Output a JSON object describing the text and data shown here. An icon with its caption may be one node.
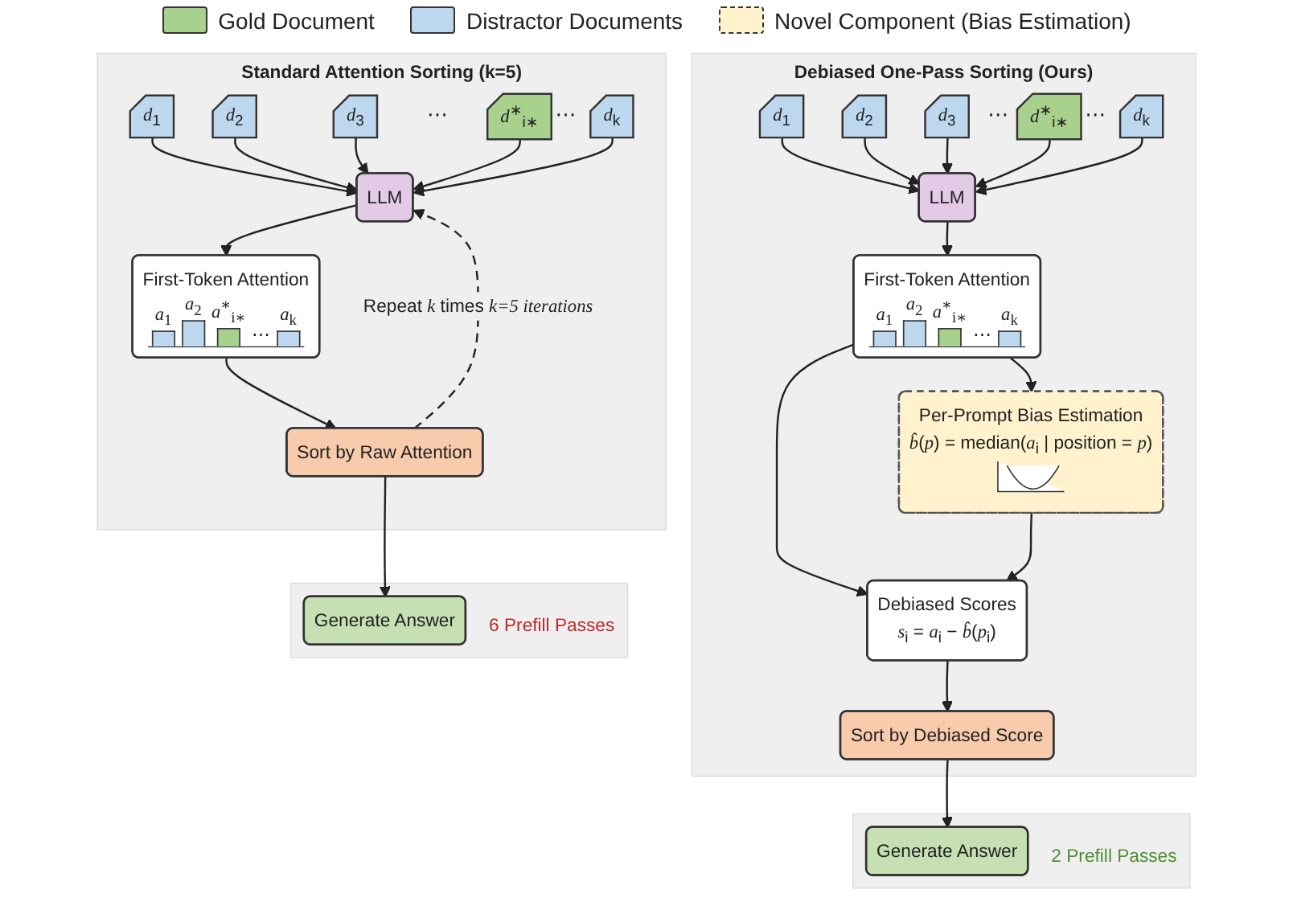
{
  "diagram": {
    "nodes": [
      {
        "text": [
          "Standard Attention Sorting (k=5)"
        ]
      },
      {
        "text": [
          "*d*$_{1}$"
        ],
        "in": 0
      },
      {
        "text": [
          "*d*$_{2}$"
        ],
        "in": 0
      },
      {
        "text": [
          "*d*$_{3}$"
        ],
        "in": 0
      },
      {
        "text": [
          "*d*$^{∗}$$_{i∗}$"
        ],
        "in": 0
      },
      {
        "text": [
          "*d*$_{k}$"
        ],
        "in": 0
      },
      {
        "text": [
          "LLM"
        ],
        "in": 0
      },
      {
        "text": [
          "First-Token Attention",
          "*a*$_{1}$",
          "*a*$_{2}$",
          "*a*$^{∗}$$_{i∗}$",
          "⋯",
          "*a*$_{k}$"
        ],
        "in": 0
      },
      {
        "text": [
          "Sort by Raw Attention"
        ],
        "in": 0
      },
      {
        "text": [
          "6 Prefill Passes"
        ]
      },
      {
        "text": [
          "Generate Answer"
        ],
        "in": 9
      },
      {
        "text": [
          "Debiased One-Pass Sorting (Ours)"
        ]
      },
      {
        "text": [
          "*d*$_{1}$"
        ],
        "in": 11
      },
      {
        "text": [
          "*d*$_{2}$"
        ],
        "in": 11
      },
      {
        "text": [
          "*d*$_{3}$"
        ],
        "in": 11
      },
      {
        "text": [
          "*d*$^{∗}$$_{i∗}$"
        ],
        "in": 11
      },
      {
        "text": [
          "*d*$_{k}$"
        ],
        "in": 11
      },
      {
        "text": [
          "LLM"
        ],
        "in": 11
      },
      {
        "text": [
          "First-Token Attention",
          "*a*$_{1}$",
          "*a*$_{2}$",
          "*a*$^{∗}$$_{i∗}$",
          "⋯",
          "*a*$_{k}$"
        ],
        "in": 11
      },
      {
        "text": [
          "Per-Prompt Bias Estimation",
          "*b̂*(*p*) = median(*a*$_{i}$ | position = *p*)"
        ],
        "in": 11
      },
      {
        "text": [
          "Debiased Scores",
          "*s*$_{i}$ = *a*$_{i}$ − *b̂*(*p*$_{i}$)"
        ],
        "in": 11
      },
      {
        "text": [
          "Sort by Debiased Score"
        ],
        "in": 11
      },
      {
        "text": [
          "2 Prefill Passes"
        ]
      },
      {
        "text": [
          "Generate Answer"
        ],
        "in": 22
      }
    ],
    "edges": [
      {
        "from": 1,
        "to": 6,
        "arrow": "to"
      },
      {
        "from": 2,
        "to": 6,
        "arrow": "to"
      },
      {
        "from": 3,
        "to": 6,
        "arrow": "to"
      },
      {
        "from": 4,
        "to": 6,
        "arrow": "to"
      },
      {
        "from": 5,
        "to": 6,
        "arrow": "to"
      },
      {
        "from": 6,
        "to": 7,
        "arrow": "to"
      },
      {
        "from": 7,
        "to": 8,
        "arrow": "to"
      },
      {
        "from": 8,
        "to": 6,
        "arrow": "to",
        "style": "dashed",
        "label": "Repeat *k* times *k=5 iterations*"
      },
      {
        "from": 8,
        "to": 10,
        "arrow": "to"
      },
      {
        "from": 12,
        "to": 17,
        "arrow": "to"
      },
      {
        "from": 13,
        "to": 17,
        "arrow": "to"
      },
      {
        "from": 14,
        "to": 17,
        "arrow": "to"
      },
      {
        "from": 15,
        "to": 17,
        "arrow": "to"
      },
      {
        "from": 16,
        "to": 17,
        "arrow": "to"
      },
      {
        "from": 17,
        "to": 18,
        "arrow": "to"
      },
      {
        "from": 18,
        "to": 19,
        "arrow": "to"
      },
      {
        "from": 18,
        "to": 20,
        "arrow": "to"
      },
      {
        "from": 19,
        "to": 20,
        "arrow": "to"
      },
      {
        "from": 20,
        "to": 21,
        "arrow": "to"
      },
      {
        "from": 21,
        "to": 23,
        "arrow": "to"
      }
    ],
    "labels": [
      "⋯",
      "⋯",
      "⋯",
      "⋯"
    ],
    "legend": [
      {
        "text": "Gold Document",
        "color": "#a9d18e"
      },
      {
        "text": "Distractor Documents",
        "color": "#bdd7ee"
      },
      {
        "text": "Novel Component (Bias Estimation)",
        "color": "#fff2cc"
      }
    ]
  }
}
